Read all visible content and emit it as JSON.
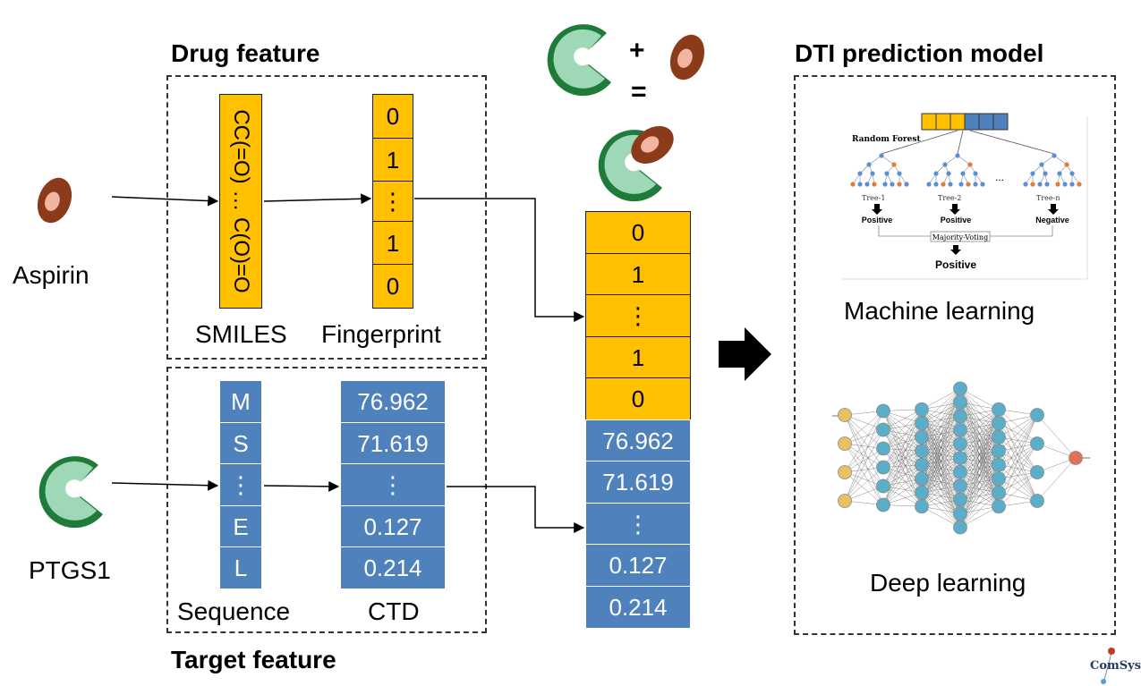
{
  "titles": {
    "drug_feature": "Drug feature",
    "target_feature": "Target feature",
    "model": "DTI prediction model"
  },
  "drug": {
    "name": "Aspirin",
    "smiles": "CC(=O) … C(O)=O",
    "smiles_caption": "SMILES",
    "fingerprint_caption": "Fingerprint",
    "fingerprint": [
      "0",
      "1",
      "⋮",
      "1",
      "0"
    ]
  },
  "target": {
    "name": "PTGS1",
    "sequence": [
      "M",
      "S",
      "⋮",
      "E",
      "L"
    ],
    "sequence_caption": "Sequence",
    "ctd": [
      "76.962",
      "71.619",
      "⋮",
      "0.127",
      "0.214"
    ],
    "ctd_caption": "CTD"
  },
  "combined": {
    "plus": "+",
    "equals": "=",
    "vector": [
      "0",
      "1",
      "⋮",
      "1",
      "0",
      "76.962",
      "71.619",
      "⋮",
      "0.127",
      "0.214"
    ]
  },
  "machine_learning": {
    "caption": "Machine learning",
    "diagram_title": "Random Forest",
    "trees": [
      "Tree-1",
      "Tree-2",
      "Tree-n"
    ],
    "ellipsis": "...",
    "votes": [
      "Positive",
      "Positive",
      "Negative"
    ],
    "voting": "Majority-Voting",
    "result": "Positive"
  },
  "deep_learning": {
    "caption": "Deep learning"
  },
  "logo": {
    "text": "ComSysI"
  },
  "colors": {
    "drug": "#ffc000",
    "target": "#4f81bd",
    "protein": "#2e8b57",
    "drug_molecule": "#8b3a1a"
  }
}
